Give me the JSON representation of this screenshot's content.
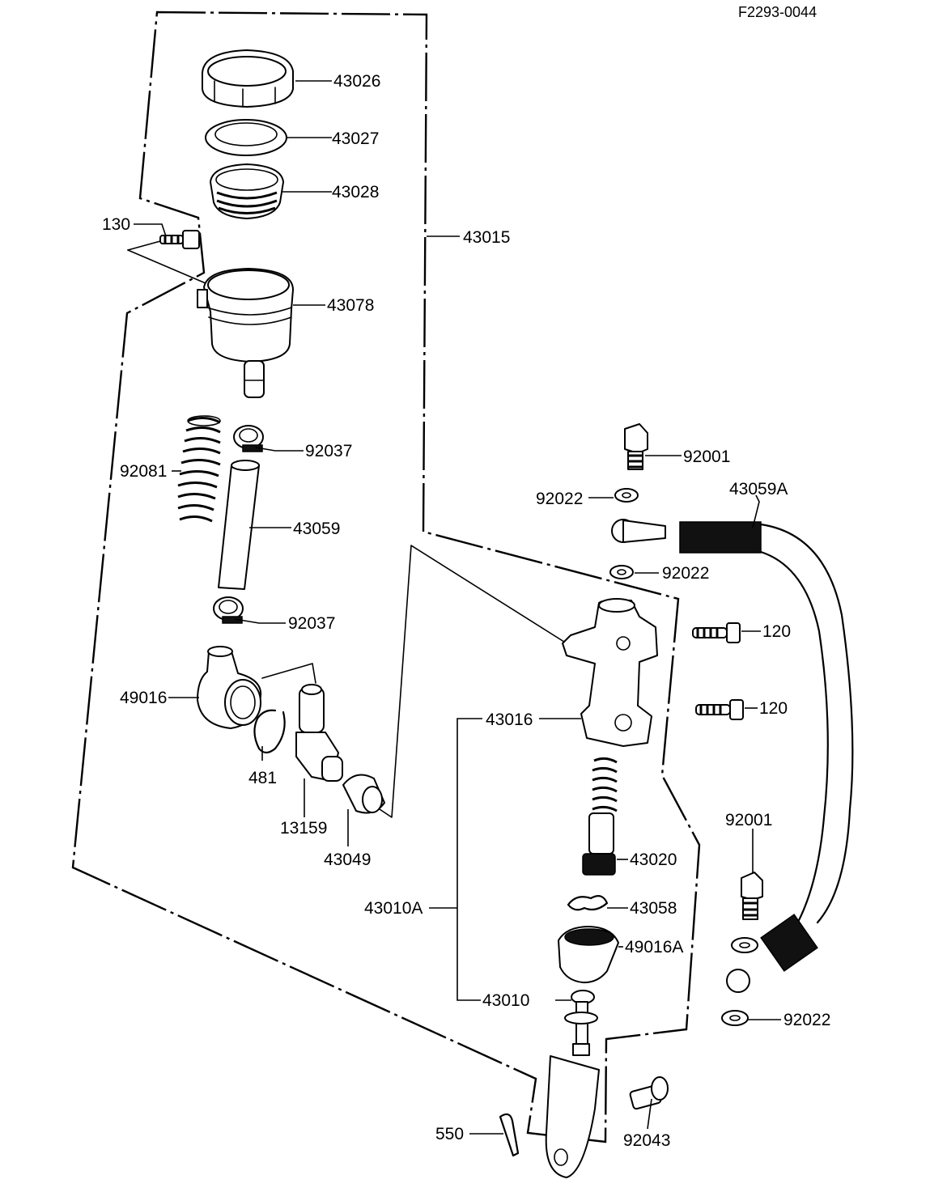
{
  "figure_code": "F2293-0044",
  "labels": {
    "43026": "43026",
    "43027": "43027",
    "43028": "43028",
    "43015": "43015",
    "130": "130",
    "43078": "43078",
    "92037a": "92037",
    "92081": "92081",
    "43059": "43059",
    "92037b": "92037",
    "49016": "49016",
    "481": "481",
    "13159": "13159",
    "43049": "43049",
    "92001a": "92001",
    "92022a": "92022",
    "43059A": "43059A",
    "92022b": "92022",
    "120a": "120",
    "120b": "120",
    "43016": "43016",
    "43020": "43020",
    "43010A": "43010A",
    "43058": "43058",
    "49016A": "49016A",
    "43010": "43010",
    "92001b": "92001",
    "92022c": "92022",
    "550": "550",
    "92043": "92043"
  }
}
